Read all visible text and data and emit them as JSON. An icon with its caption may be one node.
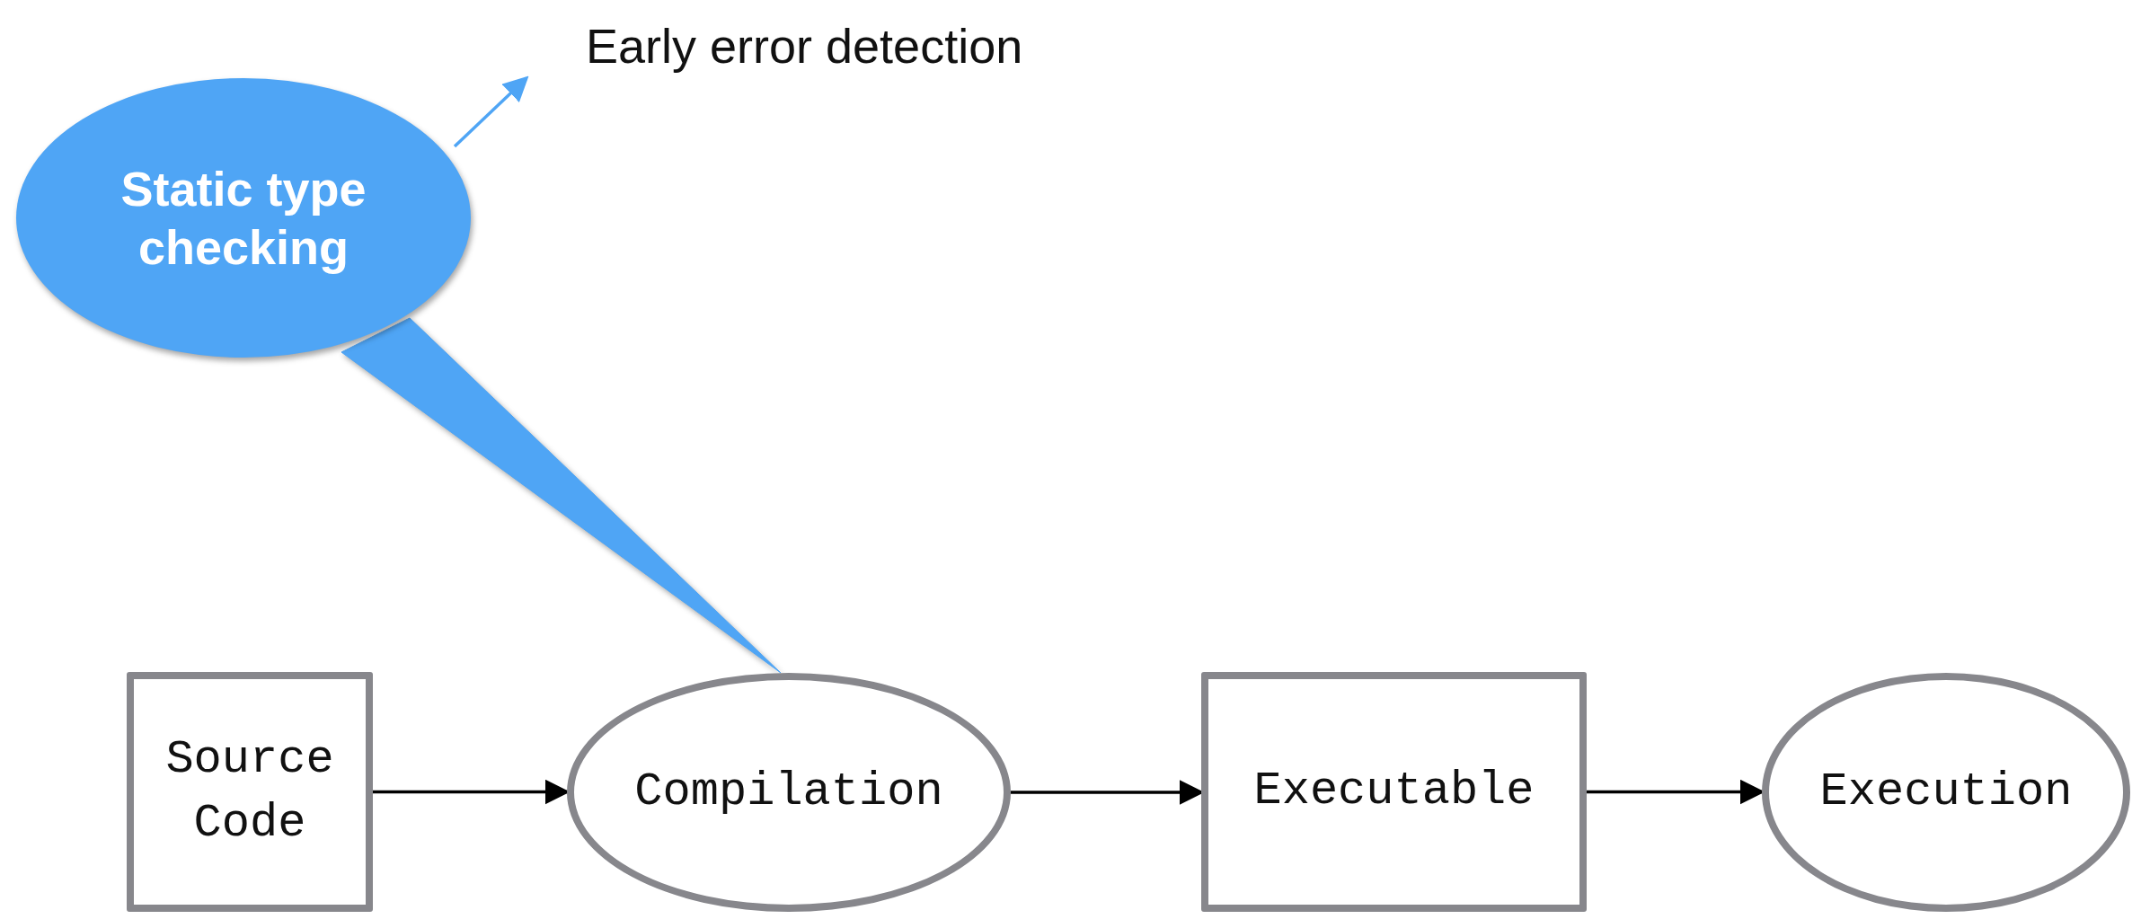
{
  "diagram": {
    "nodes": [
      {
        "text": [
          "Early error detection"
        ]
      },
      {
        "text": [
          "Static type checking"
        ]
      },
      {
        "text": [
          "Source Code"
        ]
      },
      {
        "text": [
          "Compilation"
        ]
      },
      {
        "text": [
          "Executable"
        ]
      },
      {
        "text": [
          "Execution"
        ]
      }
    ],
    "edges": [
      {
        "from": 1,
        "to": 0,
        "arrow": "to",
        "color": "#4fa5f5"
      },
      {
        "from": 1,
        "to": 3,
        "arrow": "none",
        "color": "#4fa5f5"
      },
      {
        "from": 2,
        "to": 3,
        "arrow": "to"
      },
      {
        "from": 3,
        "to": 4,
        "arrow": "to"
      },
      {
        "from": 4,
        "to": 5,
        "arrow": "to"
      }
    ]
  }
}
